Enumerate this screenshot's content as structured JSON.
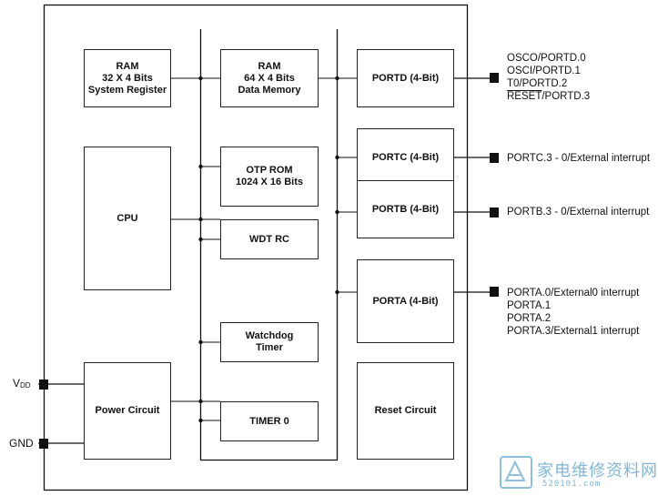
{
  "blocks": {
    "ram_system": [
      "RAM",
      "32 X 4 Bits",
      "System Register"
    ],
    "ram_data": [
      "RAM",
      "64 X 4 Bits",
      "Data Memory"
    ],
    "otp_rom": [
      "OTP ROM",
      "1024 X 16 Bits"
    ],
    "cpu": "CPU",
    "wdt_rc": "WDT RC",
    "watchdog": [
      "Watchdog",
      "Timer"
    ],
    "timer0": "TIMER 0",
    "power": "Power Circuit",
    "portd": "PORTD (4-Bit)",
    "portc": "PORTC (4-Bit)",
    "portb": "PORTB (4-Bit)",
    "porta": "PORTA (4-Bit)",
    "reset": "Reset Circuit"
  },
  "pins": {
    "portd": [
      "OSCO/PORTD.0",
      "OSCI/PORTD.1",
      "T0/PORTD.2",
      "RESET/PORTD.3"
    ],
    "portc": "PORTC.3 - 0/External interrupt",
    "portb": "PORTB.3 - 0/External interrupt",
    "porta": [
      "PORTA.0/External0 interrupt",
      "PORTA.1",
      "PORTA.2",
      "PORTA.3/External1 interrupt"
    ],
    "vdd": "VDD",
    "gnd": "GND"
  },
  "watermark": {
    "text": "家电维修资料网",
    "url": "520101.com"
  }
}
